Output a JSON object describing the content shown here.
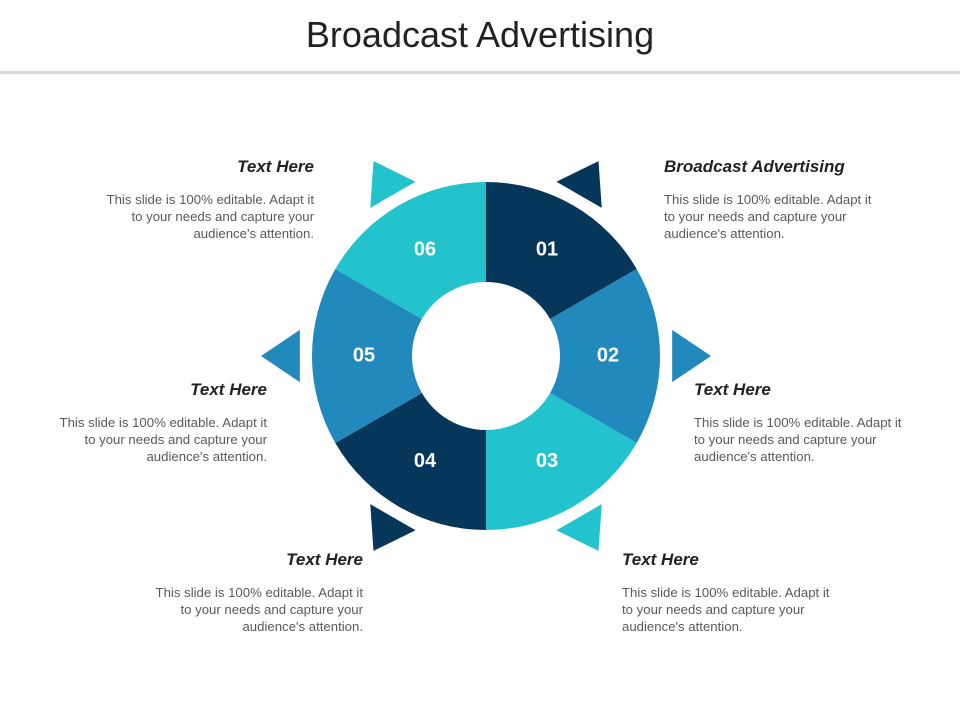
{
  "title": "Broadcast Advertising",
  "colors": {
    "dark_navy": "#063659",
    "mid_blue": "#2289bd",
    "teal": "#22c3cd",
    "divider": "#d9d9d9"
  },
  "segments": [
    {
      "label": "01",
      "color": "#063659"
    },
    {
      "label": "02",
      "color": "#2289bd"
    },
    {
      "label": "03",
      "color": "#22c3cd"
    },
    {
      "label": "04",
      "color": "#063659"
    },
    {
      "label": "05",
      "color": "#2289bd"
    },
    {
      "label": "06",
      "color": "#22c3cd"
    }
  ],
  "callouts": [
    {
      "heading": "Broadcast Advertising",
      "text": "This slide is 100% editable. Adapt it to your needs and capture your audience's attention."
    },
    {
      "heading": "Text Here",
      "text": "This slide is 100% editable. Adapt it to your needs and capture your audience's attention."
    },
    {
      "heading": "Text Here",
      "text": "This slide is 100% editable. Adapt it to your needs and capture your audience's attention."
    },
    {
      "heading": "Text Here",
      "text": "This slide is 100% editable. Adapt it to your needs and capture your audience's attention."
    },
    {
      "heading": "Text Here",
      "text": "This slide is 100% editable. Adapt it to your needs and capture your audience's attention."
    },
    {
      "heading": "Text Here",
      "text": "This slide is 100% editable. Adapt it to your needs and capture your audience's attention."
    }
  ]
}
